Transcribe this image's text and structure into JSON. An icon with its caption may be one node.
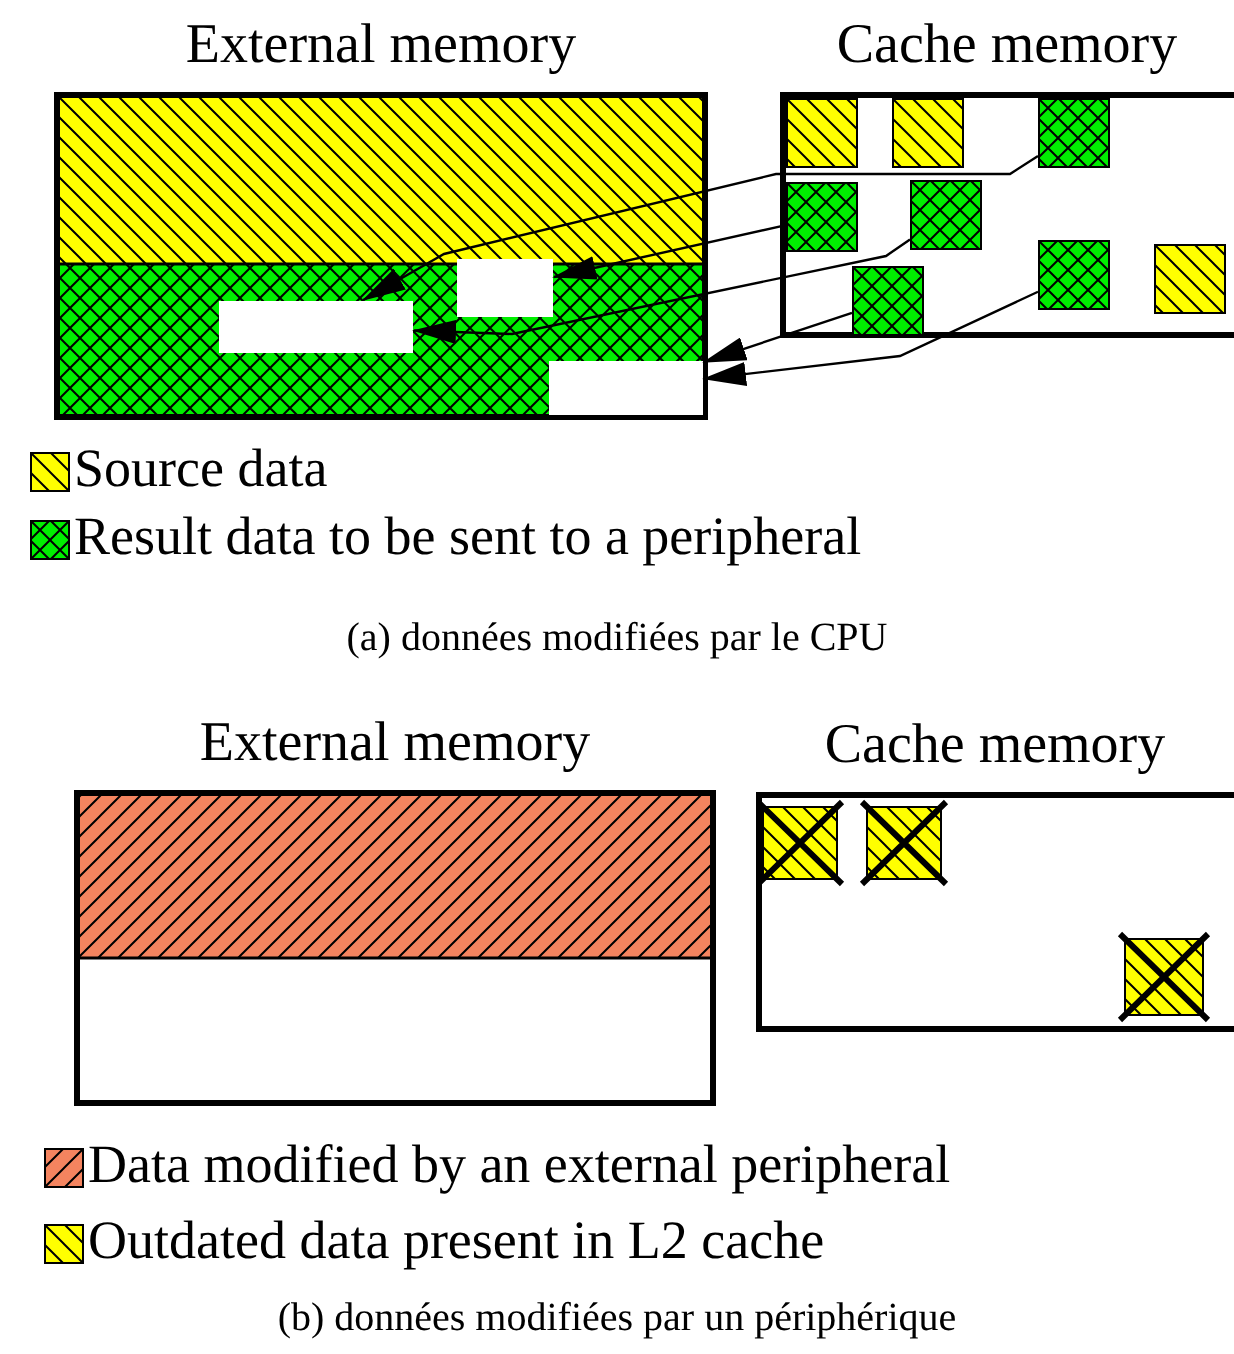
{
  "diagram": {
    "nodes": [
      {
        "text": [
          "External memory"
        ]
      },
      {
        "text": [
          "Cache memory"
        ]
      },
      {
        "text": [],
        "shape": "box",
        "in": 0
      },
      {
        "text": [],
        "shape": "box",
        "in": 0
      },
      {
        "text": [],
        "shape": "box",
        "in": 0
      },
      {
        "text": [],
        "shape": "box",
        "in": 1
      },
      {
        "text": [],
        "shape": "box",
        "in": 1
      },
      {
        "text": [],
        "shape": "box",
        "in": 1
      },
      {
        "text": [],
        "shape": "box",
        "in": 1
      },
      {
        "text": [],
        "shape": "box",
        "in": 1
      },
      {
        "text": [],
        "shape": "box",
        "in": 1
      },
      {
        "text": [],
        "shape": "box",
        "in": 1
      },
      {
        "text": [],
        "shape": "box",
        "in": 1
      },
      {
        "text": [
          "External memory"
        ]
      },
      {
        "text": [
          "Cache memory"
        ]
      },
      {
        "text": [],
        "shape": "box",
        "in": 14
      },
      {
        "text": [],
        "shape": "box",
        "in": 14
      },
      {
        "text": [],
        "shape": "box",
        "in": 14
      }
    ],
    "edges": [
      {
        "from": 7,
        "to": 3,
        "arrow": "to"
      },
      {
        "from": 8,
        "to": 2,
        "arrow": "to"
      },
      {
        "from": 9,
        "to": 3,
        "arrow": "to"
      },
      {
        "from": 12,
        "to": 4,
        "arrow": "to"
      },
      {
        "from": 10,
        "to": 4,
        "arrow": "to"
      }
    ],
    "labels": [
      "(a) données modifiées par le CPU",
      "(b) données modifiées par un périphérique"
    ],
    "legend": [
      {
        "text": "Source data"
      },
      {
        "text": "Result data to be sent to a peripheral"
      },
      {
        "text": "Data modified by an external peripheral"
      },
      {
        "text": "Outdated data present in L2 cache"
      }
    ]
  }
}
